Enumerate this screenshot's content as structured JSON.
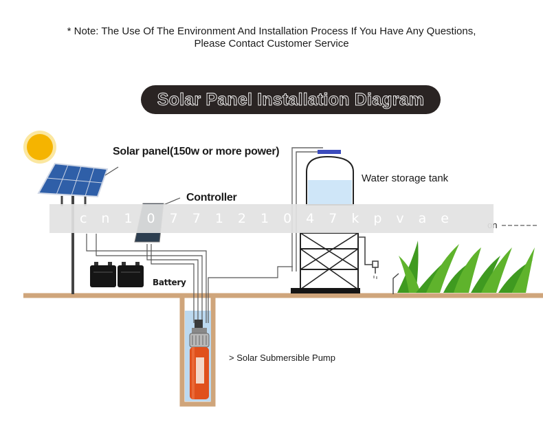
{
  "note": {
    "line1": "* Note: The Use Of The Environment And Installation Process If You Have Any Questions,",
    "line2": "Please Contact Customer Service"
  },
  "title": "Solar Panel Installation Diagram",
  "labels": {
    "solar_panel": "Solar panel(150w or more power)",
    "controller": "Controller",
    "water_tank": "Water storage tank",
    "irrigation_fragment": "on",
    "battery": "Battery",
    "pump": "> Solar Submersible Pump"
  },
  "watermark": "cn1077121047kpvae",
  "colors": {
    "banner": "#2a2423",
    "ground": "#cfa57b",
    "pump": "#e0501c",
    "well_water": "#bcd9f0",
    "tank_water": "#cfe6f8",
    "panel": "#2f5fa8",
    "sun": "#f5b400",
    "grass": "#3f9a20"
  },
  "icons": [
    "sun-icon",
    "solar-panel-icon",
    "controller-icon",
    "battery-icon",
    "water-tank-icon",
    "faucet-icon",
    "grass-icon",
    "pump-icon"
  ]
}
